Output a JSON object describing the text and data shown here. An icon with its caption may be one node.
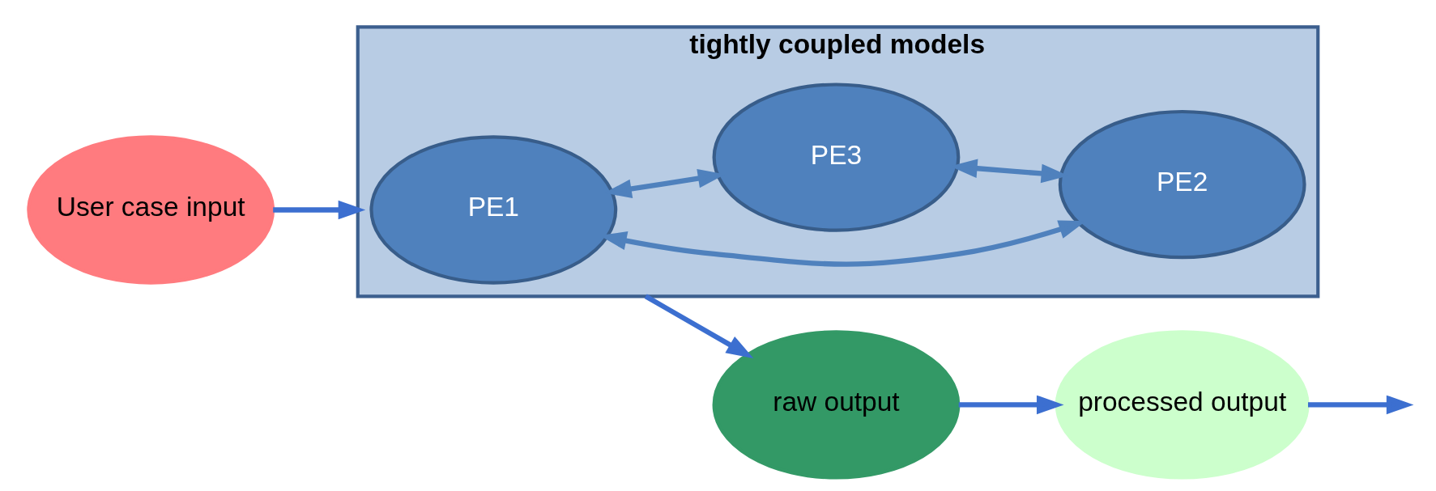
{
  "diagram": {
    "nodes": [
      {
        "text": [
          "User case input"
        ]
      },
      {
        "text": [
          "tightly coupled models"
        ]
      },
      {
        "text": [
          "PE1"
        ],
        "in": 1
      },
      {
        "text": [
          "PE2"
        ],
        "in": 1
      },
      {
        "text": [
          "PE3"
        ],
        "in": 1
      },
      {
        "text": [
          "raw output"
        ]
      },
      {
        "text": [
          "processed output"
        ]
      }
    ],
    "edges": [
      {
        "from": 0,
        "to": 1,
        "arrow": "to"
      },
      {
        "from": 2,
        "to": 3,
        "arrow": "both",
        "color": "#4f81bd"
      },
      {
        "from": 2,
        "to": 4,
        "arrow": "both",
        "color": "#4f81bd"
      },
      {
        "from": 4,
        "to": 3,
        "arrow": "both",
        "color": "#4f81bd"
      },
      {
        "from": 1,
        "to": 5,
        "arrow": "to"
      },
      {
        "from": 5,
        "to": 6,
        "arrow": "to"
      },
      {
        "from": 6,
        "to": null,
        "arrow": "to"
      }
    ]
  }
}
